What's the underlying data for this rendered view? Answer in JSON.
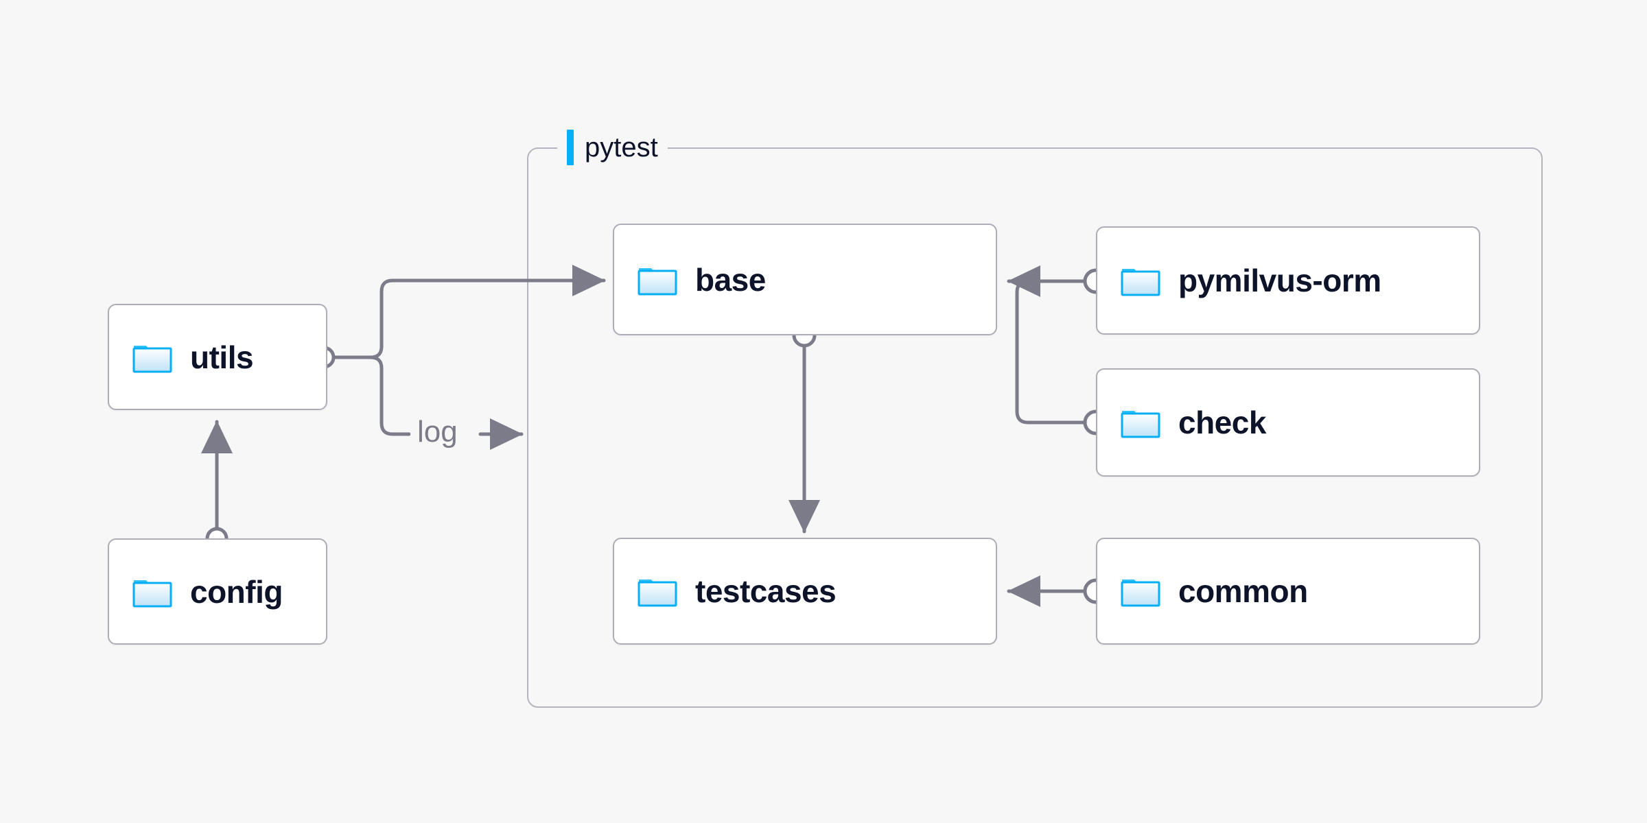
{
  "canvas": {
    "background": "#f7f7f7",
    "accent_color": "#06aef3",
    "node_border_color": "#adadb8",
    "node_fill_color": "#ffffff",
    "text_color": "#0d1329",
    "wire_color": "#7b7b8a",
    "group_border_color": "#b5b5c0"
  },
  "group": {
    "title": "pytest",
    "accent_icon": "accent-bar-icon"
  },
  "nodes": [
    {
      "id": "utils",
      "label": "utils",
      "icon": "folder-icon"
    },
    {
      "id": "config",
      "label": "config",
      "icon": "folder-icon"
    },
    {
      "id": "base",
      "label": "base",
      "icon": "folder-icon"
    },
    {
      "id": "testcases",
      "label": "testcases",
      "icon": "folder-icon"
    },
    {
      "id": "pymilvus-orm",
      "label": "pymilvus-orm",
      "icon": "folder-icon"
    },
    {
      "id": "check",
      "label": "check",
      "icon": "folder-icon"
    },
    {
      "id": "common",
      "label": "common",
      "icon": "folder-icon"
    }
  ],
  "edges": [
    {
      "from": "utils",
      "to": "base",
      "label": ""
    },
    {
      "from": "utils",
      "to": "pytest",
      "label": "log"
    },
    {
      "from": "config",
      "to": "utils",
      "label": ""
    },
    {
      "from": "base",
      "to": "testcases",
      "label": ""
    },
    {
      "from": "pymilvus-orm",
      "to": "base",
      "label": ""
    },
    {
      "from": "check",
      "to": "base",
      "label": ""
    },
    {
      "from": "common",
      "to": "testcases",
      "label": ""
    }
  ],
  "edge_labels": {
    "log": "log"
  }
}
